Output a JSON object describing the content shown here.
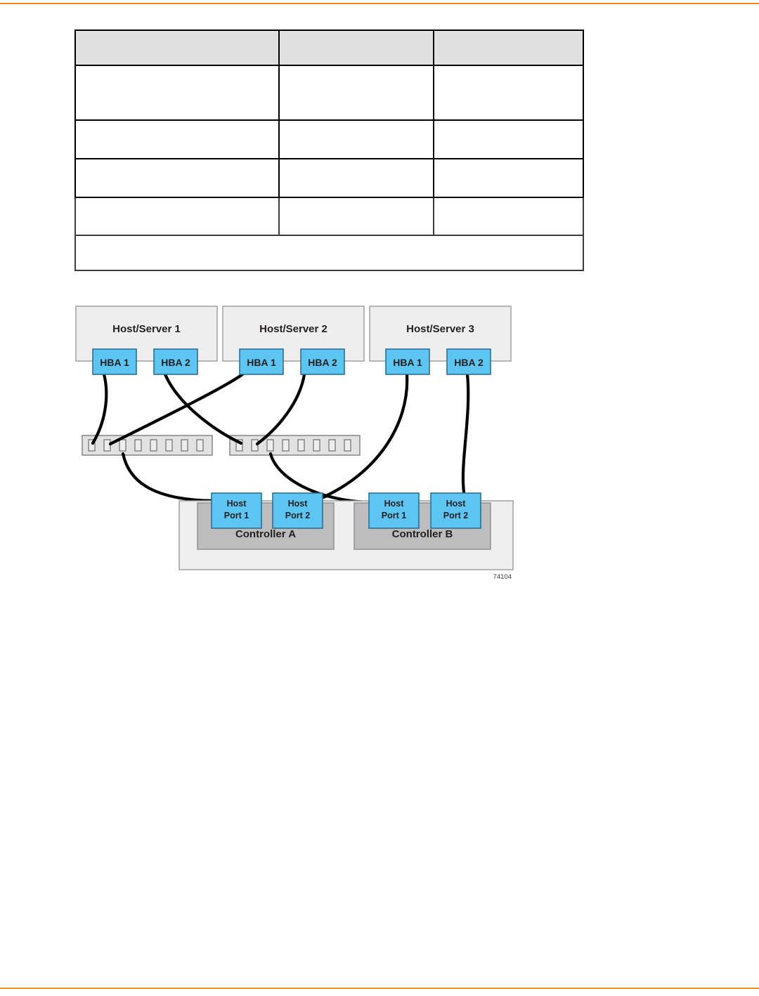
{
  "page": {
    "rule_color": "#ED8B1F",
    "background": "#ffffff"
  },
  "table": {
    "columns": [
      {
        "header": ""
      },
      {
        "header": ""
      },
      {
        "header": ""
      }
    ],
    "rows": [
      {
        "cells": [
          "",
          "",
          ""
        ]
      },
      {
        "cells": [
          "",
          "",
          ""
        ]
      },
      {
        "cells": [
          "",
          "",
          ""
        ]
      },
      {
        "cells": [
          "",
          "",
          ""
        ]
      }
    ],
    "footnote_row": {
      "text": ""
    }
  },
  "diagram": {
    "figure_number": "74104",
    "colors": {
      "hba": "#5cc5f2",
      "hba_border": "#2f6f93",
      "host_box": "#eeeeee",
      "controller": "#bdbdbd",
      "enclosure": "#efefef",
      "switch": "#e2e2e2",
      "cable": "#000000"
    },
    "hosts": [
      {
        "label": "Host/Server 1",
        "hbas": [
          {
            "label": "HBA 1"
          },
          {
            "label": "HBA 2"
          }
        ]
      },
      {
        "label": "Host/Server 2",
        "hbas": [
          {
            "label": "HBA 1"
          },
          {
            "label": "HBA 2"
          }
        ]
      },
      {
        "label": "Host/Server 3",
        "hbas": [
          {
            "label": "HBA 1"
          },
          {
            "label": "HBA 2"
          }
        ]
      }
    ],
    "switches": [
      {
        "name": "switch-1",
        "port_count": 8
      },
      {
        "name": "switch-2",
        "port_count": 8
      }
    ],
    "controllers": [
      {
        "label": "Controller A",
        "ports": [
          {
            "label_line1": "Host",
            "label_line2": "Port 1"
          },
          {
            "label_line1": "Host",
            "label_line2": "Port 2"
          }
        ]
      },
      {
        "label": "Controller B",
        "ports": [
          {
            "label_line1": "Host",
            "label_line2": "Port 1"
          },
          {
            "label_line1": "Host",
            "label_line2": "Port 2"
          }
        ]
      }
    ],
    "connections": [
      {
        "from": "host1-hba1",
        "to": "switch1-port1"
      },
      {
        "from": "host1-hba2",
        "to": "switch2-port1"
      },
      {
        "from": "host2-hba1",
        "to": "switch1-port2"
      },
      {
        "from": "host2-hba2",
        "to": "switch2-port2"
      },
      {
        "from": "switch1-port3",
        "to": "controllerA-hostport1"
      },
      {
        "from": "switch2-port3",
        "to": "controllerB-hostport1"
      },
      {
        "from": "host3-hba1",
        "to": "controllerA-hostport2"
      },
      {
        "from": "host3-hba2",
        "to": "controllerB-hostport2"
      }
    ]
  }
}
